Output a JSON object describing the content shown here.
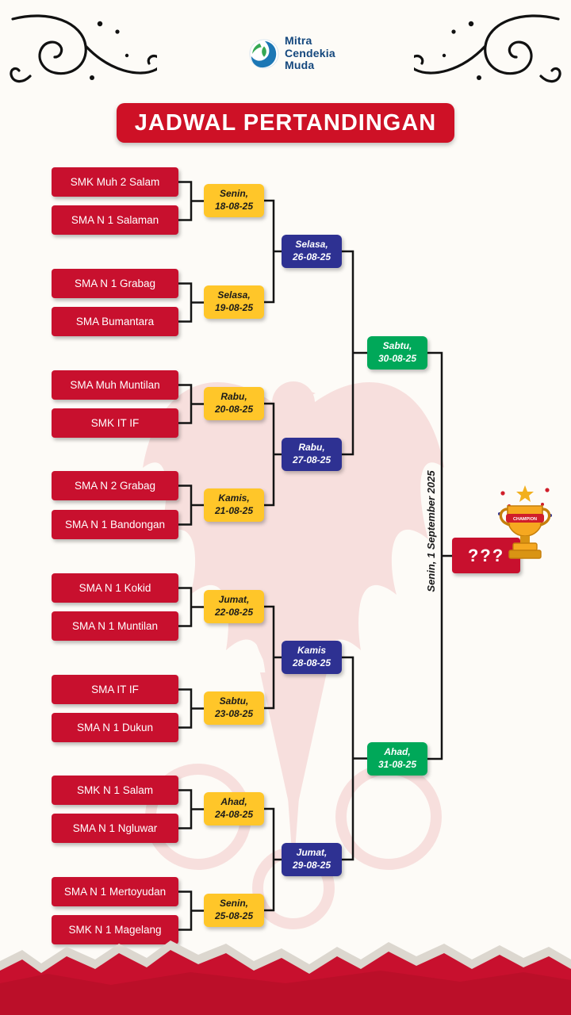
{
  "header": {
    "logo": {
      "name_line1": "Mitra",
      "name_line2": "Cendekia",
      "name_line3": "Muda"
    },
    "title": "JADWAL PERTANDINGAN"
  },
  "bracket": {
    "teams": [
      "SMK Muh 2 Salam",
      "SMA N 1 Salaman",
      "SMA N 1 Grabag",
      "SMA Bumantara",
      "SMA Muh Muntilan",
      "SMK IT IF",
      "SMA N 2 Grabag",
      "SMA N 1 Bandongan",
      "SMA N 1 Kokid",
      "SMA N 1 Muntilan",
      "SMA IT IF",
      "SMA N 1 Dukun",
      "SMK N 1 Salam",
      "SMA N 1 Ngluwar",
      "SMA N 1 Mertoyudan",
      "SMK N 1 Magelang"
    ],
    "round1": [
      {
        "day": "Senin,",
        "date": "18-08-25"
      },
      {
        "day": "Selasa,",
        "date": "19-08-25"
      },
      {
        "day": "Rabu,",
        "date": "20-08-25"
      },
      {
        "day": "Kamis,",
        "date": "21-08-25"
      },
      {
        "day": "Jumat,",
        "date": "22-08-25"
      },
      {
        "day": "Sabtu,",
        "date": "23-08-25"
      },
      {
        "day": "Ahad,",
        "date": "24-08-25"
      },
      {
        "day": "Senin,",
        "date": "25-08-25"
      }
    ],
    "round2": [
      {
        "day": "Selasa,",
        "date": "26-08-25"
      },
      {
        "day": "Rabu,",
        "date": "27-08-25"
      },
      {
        "day": "Kamis",
        "date": "28-08-25"
      },
      {
        "day": "Jumat,",
        "date": "29-08-25"
      }
    ],
    "round3": [
      {
        "day": "Sabtu,",
        "date": "30-08-25"
      },
      {
        "day": "Ahad,",
        "date": "31-08-25"
      }
    ],
    "final": {
      "schedule": "Senin, 1 September 2025",
      "winner": "???"
    }
  },
  "trophy": {
    "ribbon": "CHAMPION"
  },
  "colors": {
    "red": "#C8102E",
    "banner_red": "#CE1126",
    "yellow": "#FFC629",
    "blue": "#2E3192",
    "green": "#00A859",
    "logo_blue": "#14477D",
    "background": "#FDFBF7",
    "line_black": "#141414"
  }
}
